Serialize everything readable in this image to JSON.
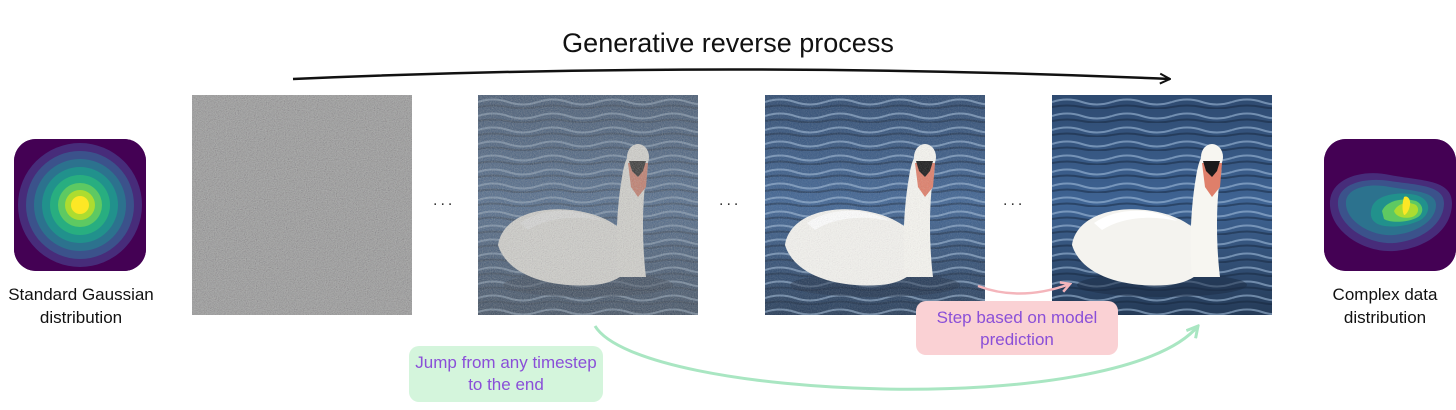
{
  "diagram": {
    "title": "Generative reverse process",
    "ellipsis": "...",
    "left_caption": "Standard Gaussian distribution",
    "right_caption": "Complex data distribution",
    "jump_label": "Jump from any timestep to the end",
    "step_label": "Step based on model prediction"
  },
  "colors": {
    "jump_bg": "#d4f5dc",
    "jump_arrow": "#a9e6c2",
    "step_bg": "#fad1d4",
    "step_arrow": "#f4b5bb",
    "label_text": "#8a4fd8",
    "viridis_bg": "#440154"
  },
  "icons": {
    "left": "gaussian-distribution-icon",
    "right": "complex-distribution-icon"
  },
  "panels": [
    {
      "name": "noise",
      "noise_level": 1.0
    },
    {
      "name": "noisy-swan",
      "noise_level": 0.6
    },
    {
      "name": "slightly-noisy-swan",
      "noise_level": 0.3
    },
    {
      "name": "clean-swan",
      "noise_level": 0.0
    }
  ]
}
